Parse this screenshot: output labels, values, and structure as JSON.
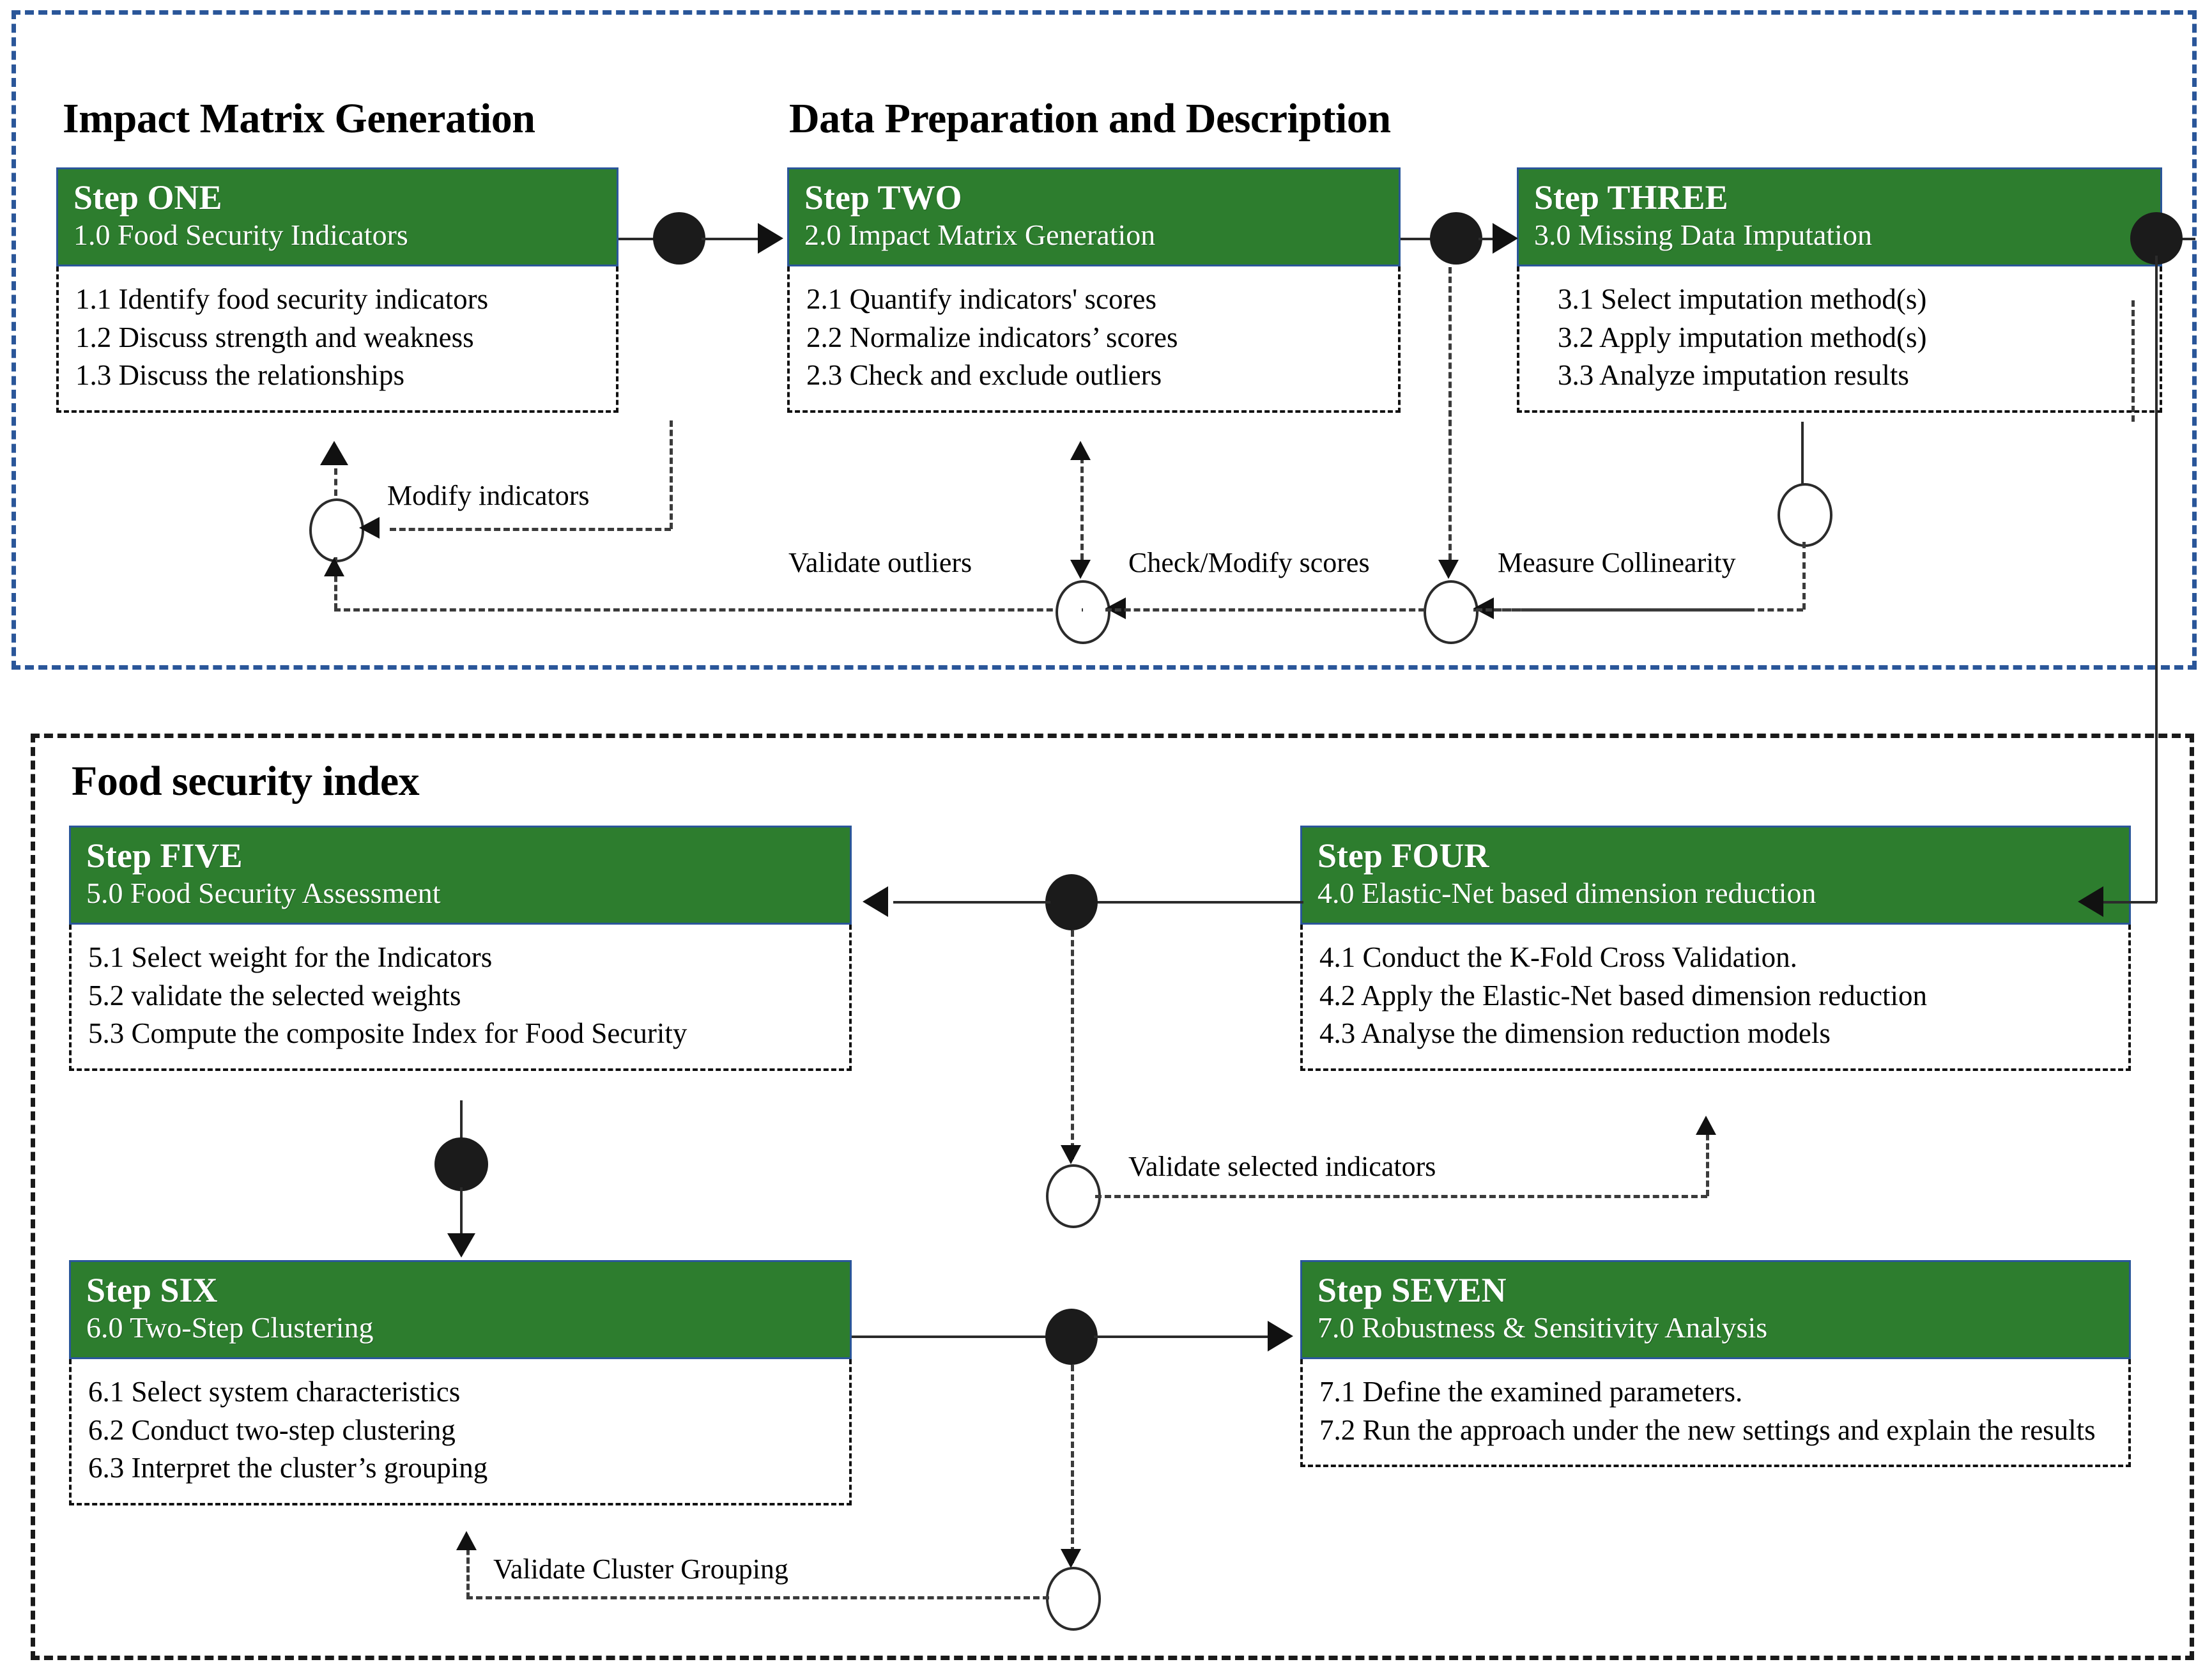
{
  "diagram": {
    "title_top": "Impact Matrix Generation",
    "title_mid": "Data Preparation and Description",
    "title_bottom": "Food security index",
    "accent_green": "#2d7d2e",
    "accent_blue": "#2a5699"
  },
  "steps": [
    {
      "id": "one",
      "step": "Step ONE",
      "sub": "1.0 Food Security Indicators",
      "items": [
        "1.1 Identify food security indicators",
        "1.2 Discuss strength and weakness",
        "1.3 Discuss the relationships"
      ]
    },
    {
      "id": "two",
      "step": "Step TWO",
      "sub": "2.0 Impact Matrix Generation",
      "items": [
        "2.1 Quantify indicators' scores",
        "2.2 Normalize indicators’ scores",
        "2.3 Check and exclude outliers"
      ]
    },
    {
      "id": "three",
      "step": "Step THREE",
      "sub": "3.0 Missing Data Imputation",
      "items": [
        "3.1 Select imputation method(s)",
        "3.2 Apply imputation method(s)",
        "3.3 Analyze imputation results"
      ]
    },
    {
      "id": "four",
      "step": "Step FOUR",
      "sub": "4.0 Elastic-Net based dimension reduction",
      "items": [
        "4.1 Conduct the K-Fold Cross Validation.",
        "4.2 Apply the Elastic-Net based dimension reduction",
        "4.3 Analyse the dimension reduction models"
      ]
    },
    {
      "id": "five",
      "step": "Step FIVE",
      "sub": "5.0 Food Security Assessment",
      "items": [
        "5.1 Select weight for the Indicators",
        "5.2 validate the selected weights",
        "5.3 Compute the composite Index for Food Security"
      ]
    },
    {
      "id": "six",
      "step": "Step SIX",
      "sub": "6.0 Two-Step Clustering",
      "items": [
        "6.1 Select system characteristics",
        "6.2 Conduct two-step clustering",
        "6.3 Interpret the cluster’s grouping"
      ]
    },
    {
      "id": "seven",
      "step": "Step SEVEN",
      "sub": "7.0 Robustness & Sensitivity Analysis",
      "items": [
        "7.1 Define the examined parameters.",
        "7.2 Run the approach under the new settings and explain the results"
      ]
    }
  ],
  "edge_labels": {
    "modify_indicators": "Modify indicators",
    "validate_outliers": "Validate outliers",
    "check_modify_scores": "Check/Modify scores",
    "measure_collinearity": "Measure Collinearity",
    "validate_selected_indicators": "Validate selected indicators",
    "validate_cluster_grouping": "Validate Cluster Grouping"
  }
}
